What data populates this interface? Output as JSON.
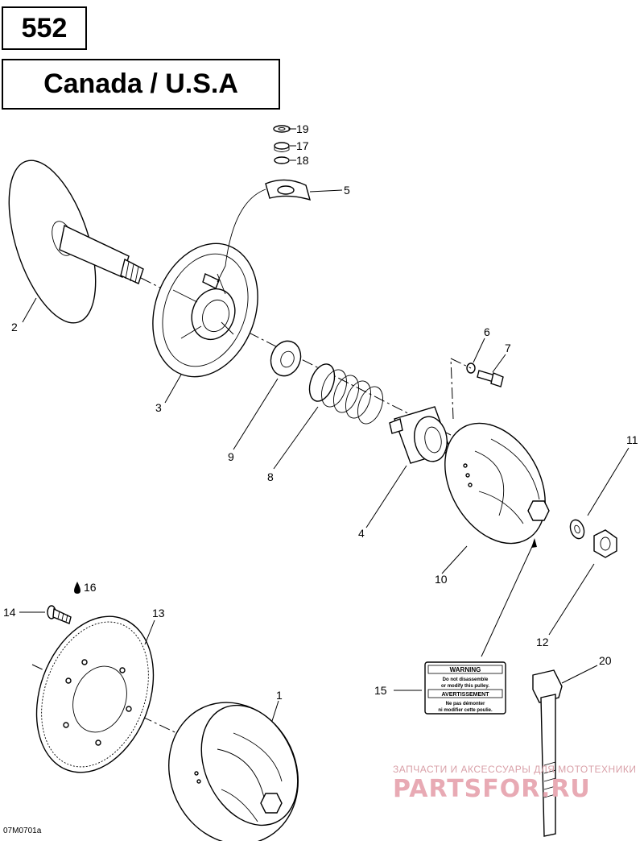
{
  "header": {
    "model": "552",
    "region": "Canada / U.S.A"
  },
  "diagram_code": "07M0701a",
  "watermark": {
    "line1": "ЗАПЧАСТИ И АКСЕССУАРЫ ДЛЯ МОТОТЕХНИКИ",
    "line2": "PARTSFOR.RU"
  },
  "callouts": {
    "c1": "1",
    "c2": "2",
    "c3": "3",
    "c4": "4",
    "c5": "5",
    "c6": "6",
    "c7": "7",
    "c8": "8",
    "c9": "9",
    "c10": "10",
    "c11": "11",
    "c12": "12",
    "c13": "13",
    "c14": "14",
    "c15": "15",
    "c16": "16",
    "c17": "17",
    "c18": "18",
    "c19": "19",
    "c20": "20"
  },
  "label": {
    "l1": "WARNING",
    "l2": "Do not disassemble",
    "l3": "or modify this pulley.",
    "l4": "AVERTISSEMENT",
    "l5": "Ne pas démonter",
    "l6": "ni modifier cette poulie."
  },
  "icons": {
    "oil": "oil-drop-icon"
  }
}
